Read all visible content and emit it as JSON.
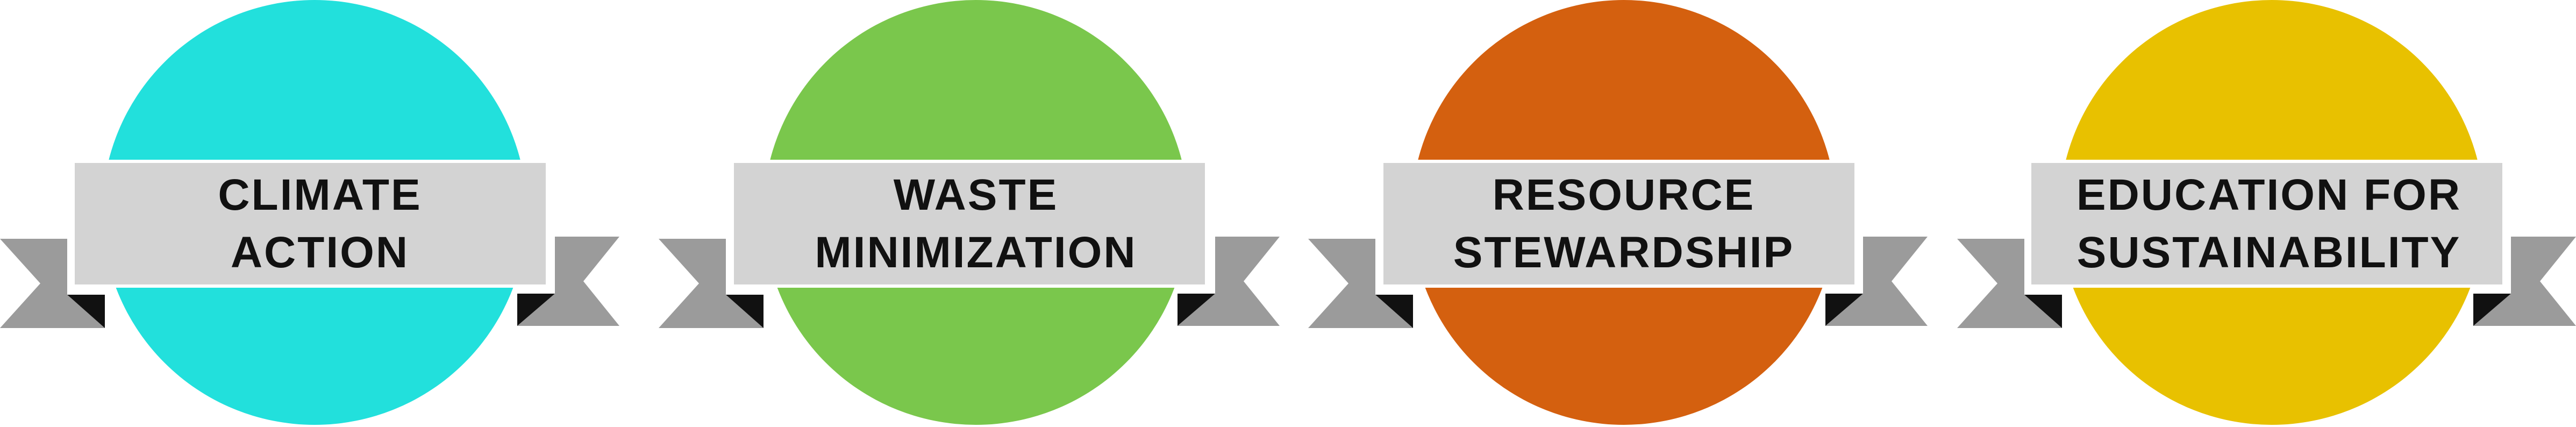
{
  "colors": {
    "ribbon_band": "#d3d3d3",
    "ribbon_band_border": "#ffffff",
    "ribbon_tail": "#9b9b9b",
    "ribbon_fold": "#111111",
    "text": "#111111"
  },
  "badges": [
    {
      "line1": "CLIMATE",
      "line2": "ACTION",
      "color": "#22e0dc"
    },
    {
      "line1": "WASTE",
      "line2": "MINIMIZATION",
      "color": "#7ac74c"
    },
    {
      "line1": "RESOURCE",
      "line2": "STEWARDSHIP",
      "color": "#d4600f"
    },
    {
      "line1": "EDUCATION FOR",
      "line2": "SUSTAINABILITY",
      "color": "#e8c100"
    }
  ]
}
